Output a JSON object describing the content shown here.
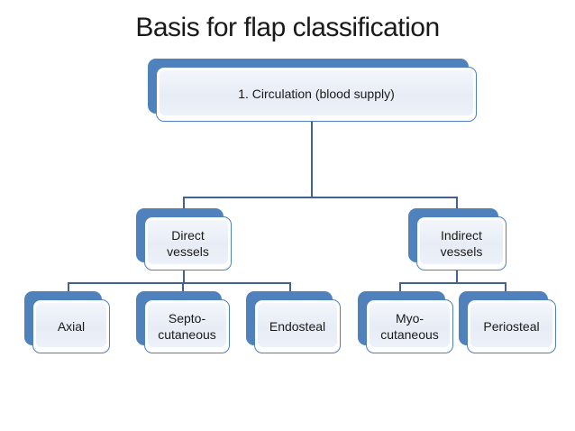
{
  "title": "Basis for flap classification",
  "diagram": {
    "root": {
      "label": "1. Circulation (blood supply)"
    },
    "branches": [
      {
        "label": "Direct vessels"
      },
      {
        "label": "Indirect vessels"
      }
    ],
    "leaves": [
      {
        "label": "Axial"
      },
      {
        "label": "Septo-cutaneous"
      },
      {
        "label": "Endosteal"
      },
      {
        "label": "Myo-cutaneous"
      },
      {
        "label": "Periosteal"
      }
    ]
  },
  "colors": {
    "accent_blue": "#4f81bd",
    "connector_blue": "#44628f",
    "panel_fill_light": "#e9eef7",
    "text": "#1a1a1a",
    "background": "#ffffff"
  }
}
